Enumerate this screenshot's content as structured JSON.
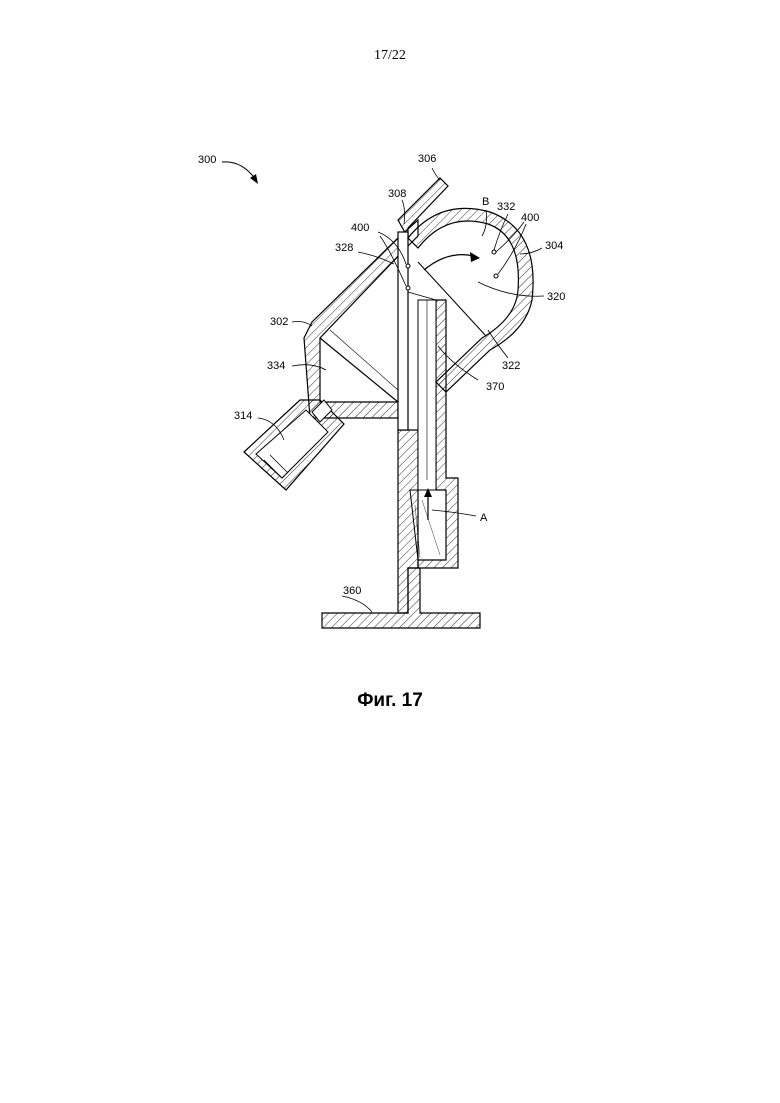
{
  "page": {
    "number": "17/22"
  },
  "figure": {
    "caption": "Фиг. 17",
    "labels": {
      "l300": "300",
      "l306": "306",
      "l308": "308",
      "lB": "B",
      "l332": "332",
      "l400a": "400",
      "l400b": "400",
      "l304": "304",
      "l328": "328",
      "l320": "320",
      "l302": "302",
      "l322": "322",
      "l334": "334",
      "l370": "370",
      "l314": "314",
      "lA": "A",
      "l360": "360"
    }
  }
}
